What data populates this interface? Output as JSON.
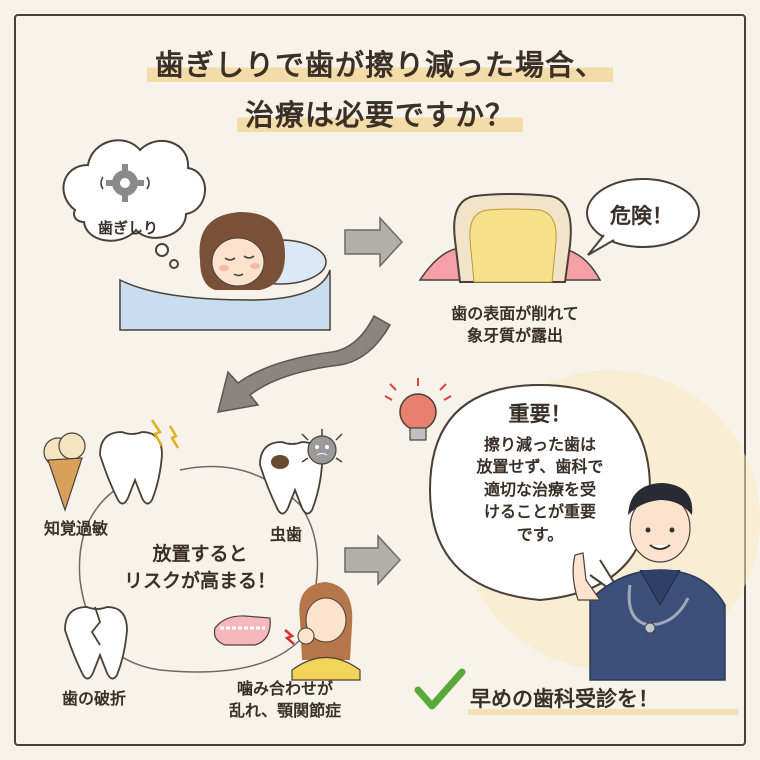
{
  "title": {
    "line1": "歯ぎしりで歯が擦り減った場合、",
    "line2": "治療は必要ですか？"
  },
  "thought_bubble": "歯ぎしり",
  "danger_bubble": "危険！",
  "enamel_caption": [
    "歯の表面が削れて",
    "象牙質が露出"
  ],
  "risks": {
    "sensitivity": "知覚過敏",
    "cavity": "虫歯",
    "fracture": "歯の破折",
    "bite": [
      "噛み合わせが",
      "乱れ、顎関節症"
    ]
  },
  "center_message": [
    "放置すると",
    "リスクが高まる！"
  ],
  "doctor_bubble": {
    "title": "重要！",
    "body": [
      "擦り減った歯は",
      "放置せず、歯科で",
      "適切な治療を受",
      "けることが重要",
      "です。"
    ]
  },
  "cta": "早めの歯科受診を！",
  "colors": {
    "background": "#f7f3ea",
    "highlight": "#f3dca8",
    "arrow": "#8a8580",
    "check": "#5aa83a",
    "scrub": "#3c4f7a"
  },
  "icons": [
    "gear-icon",
    "arrow-right-icon",
    "curved-arrow-icon",
    "lightbulb-icon",
    "checkmark-icon",
    "lightning-icon",
    "germ-icon"
  ]
}
